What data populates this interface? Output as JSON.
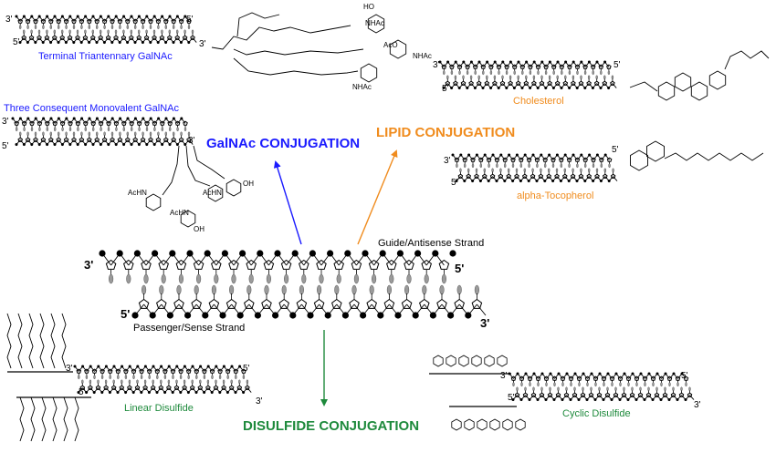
{
  "colors": {
    "galnac": "#1a1aff",
    "lipid": "#f08c1e",
    "disulfide": "#1e8a3c",
    "strand": "#000000",
    "base": "#9a9a9a"
  },
  "center": {
    "guide_label": "Guide/Antisense Strand",
    "passenger_label": "Passenger/Sense Strand",
    "end_3_top": "3'",
    "end_5_top": "5'",
    "end_5_bottom": "5'",
    "end_3_bottom": "3'"
  },
  "branches": {
    "galnac": {
      "title": "GalNAc CONJUGATION",
      "examples": [
        "Terminal Triantennary GalNAc",
        "Three Consequent Monovalent GalNAc"
      ],
      "sugar_labels": [
        "AcHN",
        "AcHN",
        "AcHN",
        "NHAc",
        "NHAc",
        "NHAc",
        "AcO",
        "OH",
        "HO",
        "OH"
      ]
    },
    "lipid": {
      "title": "LIPID CONJUGATION",
      "examples": [
        "Cholesterol",
        "alpha-Tocopherol"
      ]
    },
    "disulfide": {
      "title": "DISULFIDE CONJUGATION",
      "examples": [
        "Linear Disulfide",
        "Cyclic Disulfide"
      ]
    }
  },
  "small_ends": {
    "three": "3'",
    "five": "5'"
  }
}
